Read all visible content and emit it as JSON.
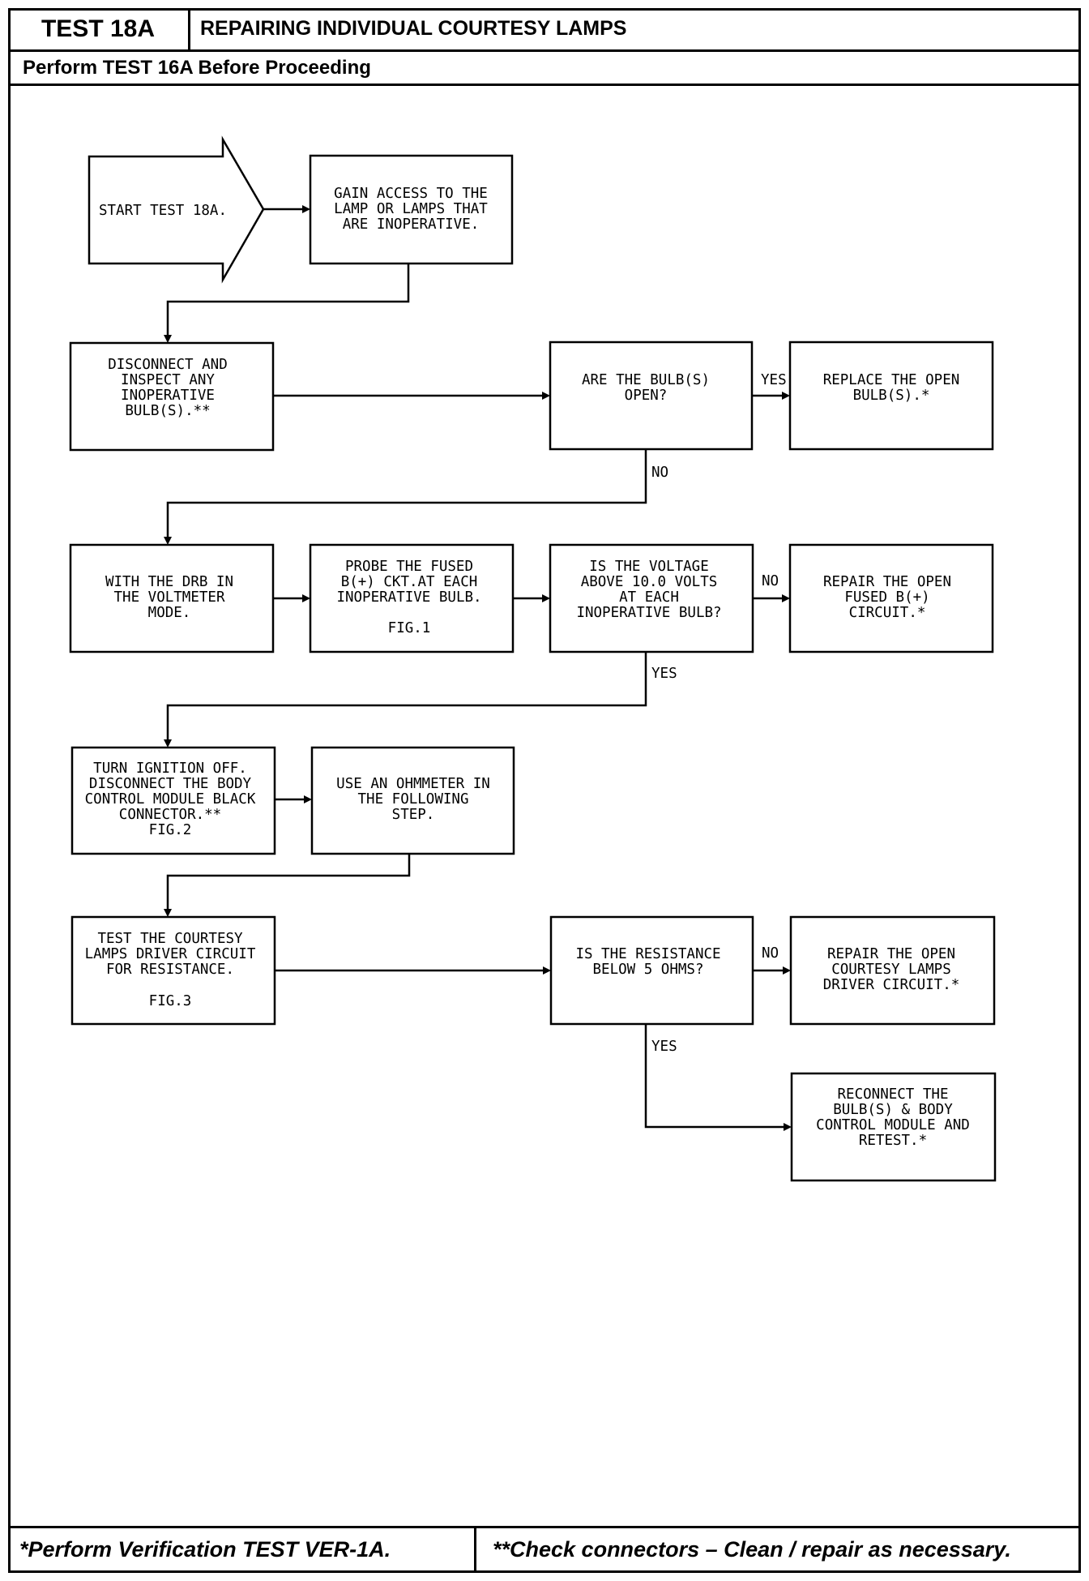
{
  "header": {
    "test_id": "TEST 18A",
    "title": "REPAIRING INDIVIDUAL COURTESY LAMPS",
    "prerequisite": "Perform TEST 16A Before Proceeding"
  },
  "flowchart": {
    "start": [
      "START TEST 18A."
    ],
    "gain_access": [
      "GAIN ACCESS TO THE",
      "LAMP OR LAMPS THAT",
      "ARE INOPERATIVE."
    ],
    "disconnect_bulbs": [
      "DISCONNECT AND",
      "INSPECT ANY",
      "INOPERATIVE",
      "BULB(S).**"
    ],
    "q_bulbs_open": [
      "ARE THE BULB(S)",
      "OPEN?"
    ],
    "replace_bulb": [
      "REPLACE THE OPEN",
      "BULB(S).*"
    ],
    "drb_voltmeter": [
      "WITH THE DRB IN",
      "THE VOLTMETER",
      "MODE."
    ],
    "probe_fused": [
      "PROBE THE FUSED",
      "B(+) CKT.AT EACH",
      "INOPERATIVE BULB.",
      "",
      "FIG.1"
    ],
    "q_voltage": [
      "IS THE VOLTAGE",
      "ABOVE 10.0 VOLTS",
      "AT EACH",
      "INOPERATIVE BULB?"
    ],
    "repair_fused": [
      "REPAIR THE OPEN",
      "FUSED B(+)",
      "CIRCUIT.*"
    ],
    "ignition_off": [
      "TURN IGNITION OFF.",
      "DISCONNECT THE BODY",
      "CONTROL MODULE BLACK",
      "CONNECTOR.**",
      "FIG.2"
    ],
    "use_ohmmeter": [
      "USE AN OHMMETER IN",
      "THE FOLLOWING",
      "STEP."
    ],
    "test_driver": [
      "TEST THE COURTESY",
      "LAMPS DRIVER CIRCUIT",
      "FOR RESISTANCE.",
      "",
      "FIG.3"
    ],
    "q_resistance": [
      "IS THE RESISTANCE",
      "BELOW 5 OHMS?"
    ],
    "repair_driver": [
      "REPAIR THE OPEN",
      "COURTESY LAMPS",
      "DRIVER CIRCUIT.*"
    ],
    "reconnect": [
      "RECONNECT THE",
      "BULB(S) & BODY",
      "CONTROL MODULE AND",
      "RETEST.*"
    ],
    "labels": {
      "yes_bulb_open": "YES",
      "no_bulb_open": "NO",
      "no_voltage": "NO",
      "yes_voltage": "YES",
      "no_resistance": "NO",
      "yes_resistance": "YES"
    }
  },
  "footer": {
    "left_note": "*Perform Verification TEST VER-1A.",
    "right_note": "**Check connectors – Clean / repair as necessary."
  }
}
